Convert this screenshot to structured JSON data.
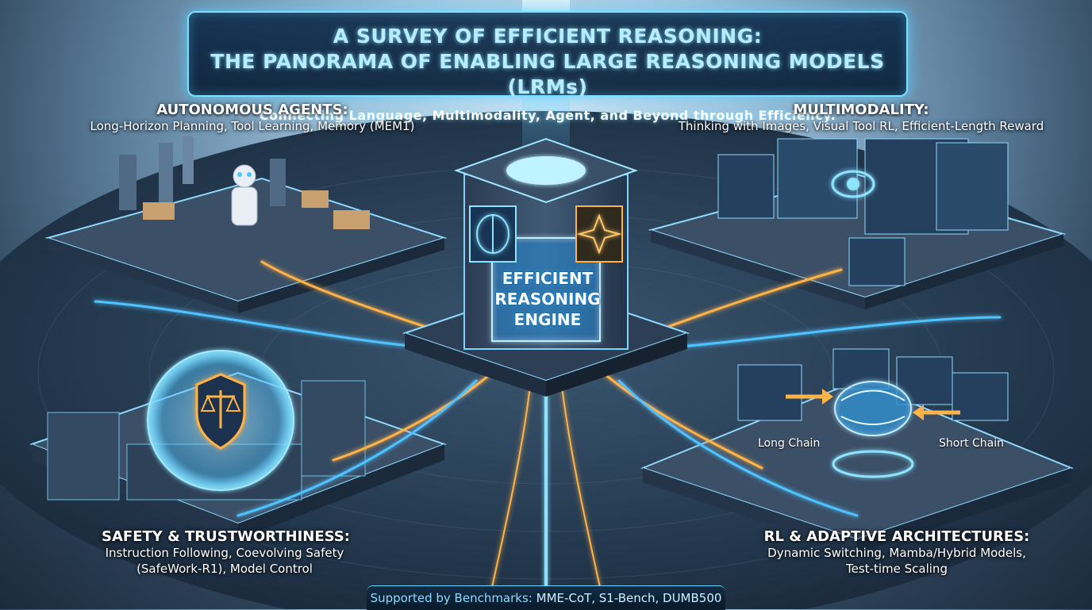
{
  "title": {
    "line1": "A SURVEY OF EFFICIENT REASONING:",
    "line2": "THE PANORAMA OF ENABLING LARGE REASONING MODELS (LRMs)",
    "subtitle": "Connecting Language, Multimodality, Agent, and Beyond through Efficiency."
  },
  "engine": {
    "line1": "EFFICIENT",
    "line2": "REASONING",
    "line3": "ENGINE"
  },
  "sections": {
    "agents": {
      "heading": "AUTONOMOUS AGENTS:",
      "body": "Long-Horizon Planning, Tool Learning, Memory (MEM1)"
    },
    "multimodality": {
      "heading": "MULTIMODALITY:",
      "body": "Thinking with Images, Visual Tool RL, Efficient-Length Reward"
    },
    "safety": {
      "heading": "SAFETY & TRUSTWORTHINESS:",
      "body1": "Instruction Following, Coevolving Safety",
      "body2": "(SafeWork-R1), Model Control"
    },
    "rl": {
      "heading": "RL & ADAPTIVE ARCHITECTURES:",
      "body1": "Dynamic Switching, Mamba/Hybrid Models,",
      "body2": "Test-time Scaling"
    }
  },
  "chains": {
    "long": "Long Chain",
    "short": "Short Chain"
  },
  "benchmarks": {
    "prefix": "Supported by Benchmarks:",
    "list": "MME-CoT, S1-Bench, DUMB500"
  },
  "icons": {
    "engine_left": "brain-icon",
    "engine_right": "network-star-icon",
    "safety": "scales-shield-icon",
    "multimodality": "eye-icon",
    "rl": "brain-icon"
  },
  "colors": {
    "glow_blue": "#4fc3ff",
    "flow_orange": "#ffb347",
    "panel_dark": "#1a2a3e"
  }
}
